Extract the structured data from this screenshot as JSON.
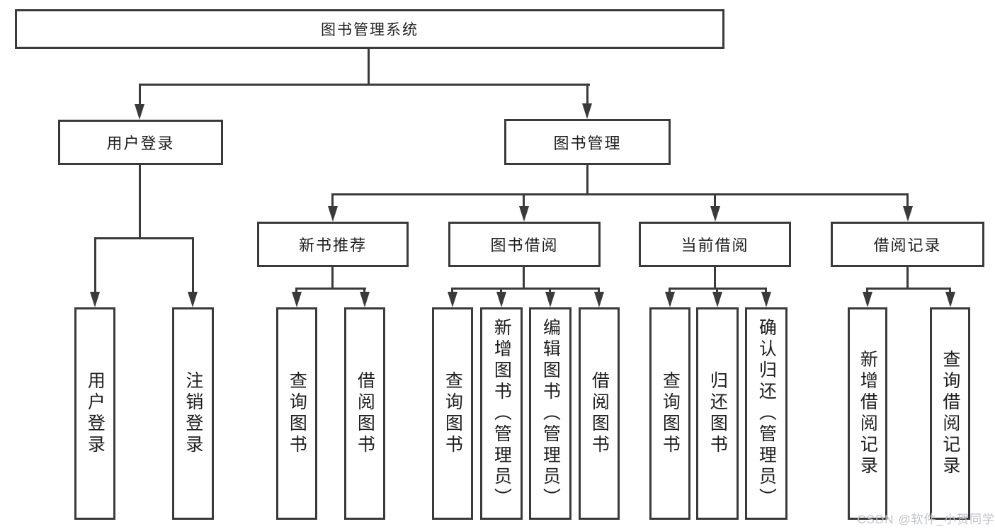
{
  "tree": {
    "label": "图书管理系统",
    "children": [
      {
        "label": "用户登录",
        "children": [
          {
            "label": "用户登录"
          },
          {
            "label": "注销登录"
          }
        ]
      },
      {
        "label": "图书管理",
        "children": [
          {
            "label": "新书推荐",
            "children": [
              {
                "label": "查询图书"
              },
              {
                "label": "借阅图书"
              }
            ]
          },
          {
            "label": "图书借阅",
            "children": [
              {
                "label": "查询图书"
              },
              {
                "label": "新增图书（管理员）"
              },
              {
                "label": "编辑图书（管理员）"
              },
              {
                "label": "借阅图书"
              }
            ]
          },
          {
            "label": "当前借阅",
            "children": [
              {
                "label": "查询图书"
              },
              {
                "label": "归还图书"
              },
              {
                "label": "确认归还（管理员）"
              }
            ]
          },
          {
            "label": "借阅记录",
            "children": [
              {
                "label": "新增借阅记录"
              },
              {
                "label": "查询借阅记录"
              }
            ]
          }
        ]
      }
    ]
  },
  "watermark": "CSDN @软件_小贺同学",
  "colors": {
    "line": "#3a3a3a",
    "box_fill": "#ffffff",
    "text": "#1e1e1e",
    "watermark": "#bfc2ca"
  }
}
